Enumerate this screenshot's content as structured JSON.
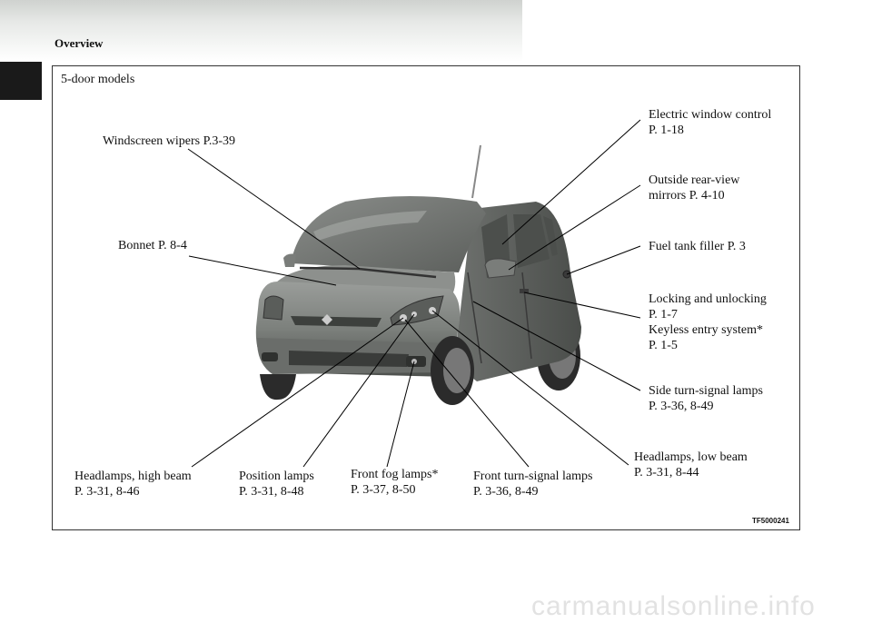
{
  "page": {
    "section_title": "Overview"
  },
  "figure": {
    "title": "5-door models",
    "code": "TF5000241"
  },
  "labels": {
    "windscreen_wipers": [
      "Windscreen wipers P.3-39"
    ],
    "bonnet": [
      "Bonnet P. 8-4"
    ],
    "electric_window": [
      "Electric window control",
      "P. 1-18"
    ],
    "mirrors": [
      "Outside rear-view",
      "mirrors P. 4-10"
    ],
    "fuel_filler": [
      "Fuel tank filler P. 3"
    ],
    "locking": [
      "Locking and unlocking",
      "P. 1-7",
      "Keyless entry system*",
      "P. 1-5"
    ],
    "side_turn": [
      "Side turn-signal lamps",
      "P. 3-36, 8-49"
    ],
    "low_beam": [
      "Headlamps, low beam",
      "P. 3-31, 8-44"
    ],
    "high_beam": [
      "Headlamps, high beam",
      "P. 3-31, 8-46"
    ],
    "position_lamps": [
      "Position lamps",
      "P. 3-31, 8-48"
    ],
    "fog_lamps": [
      "Front fog lamps*",
      "P. 3-37, 8-50"
    ],
    "front_turn": [
      "Front turn-signal lamps",
      "P. 3-36, 8-49"
    ]
  },
  "watermark": "carmanualsonline.info"
}
